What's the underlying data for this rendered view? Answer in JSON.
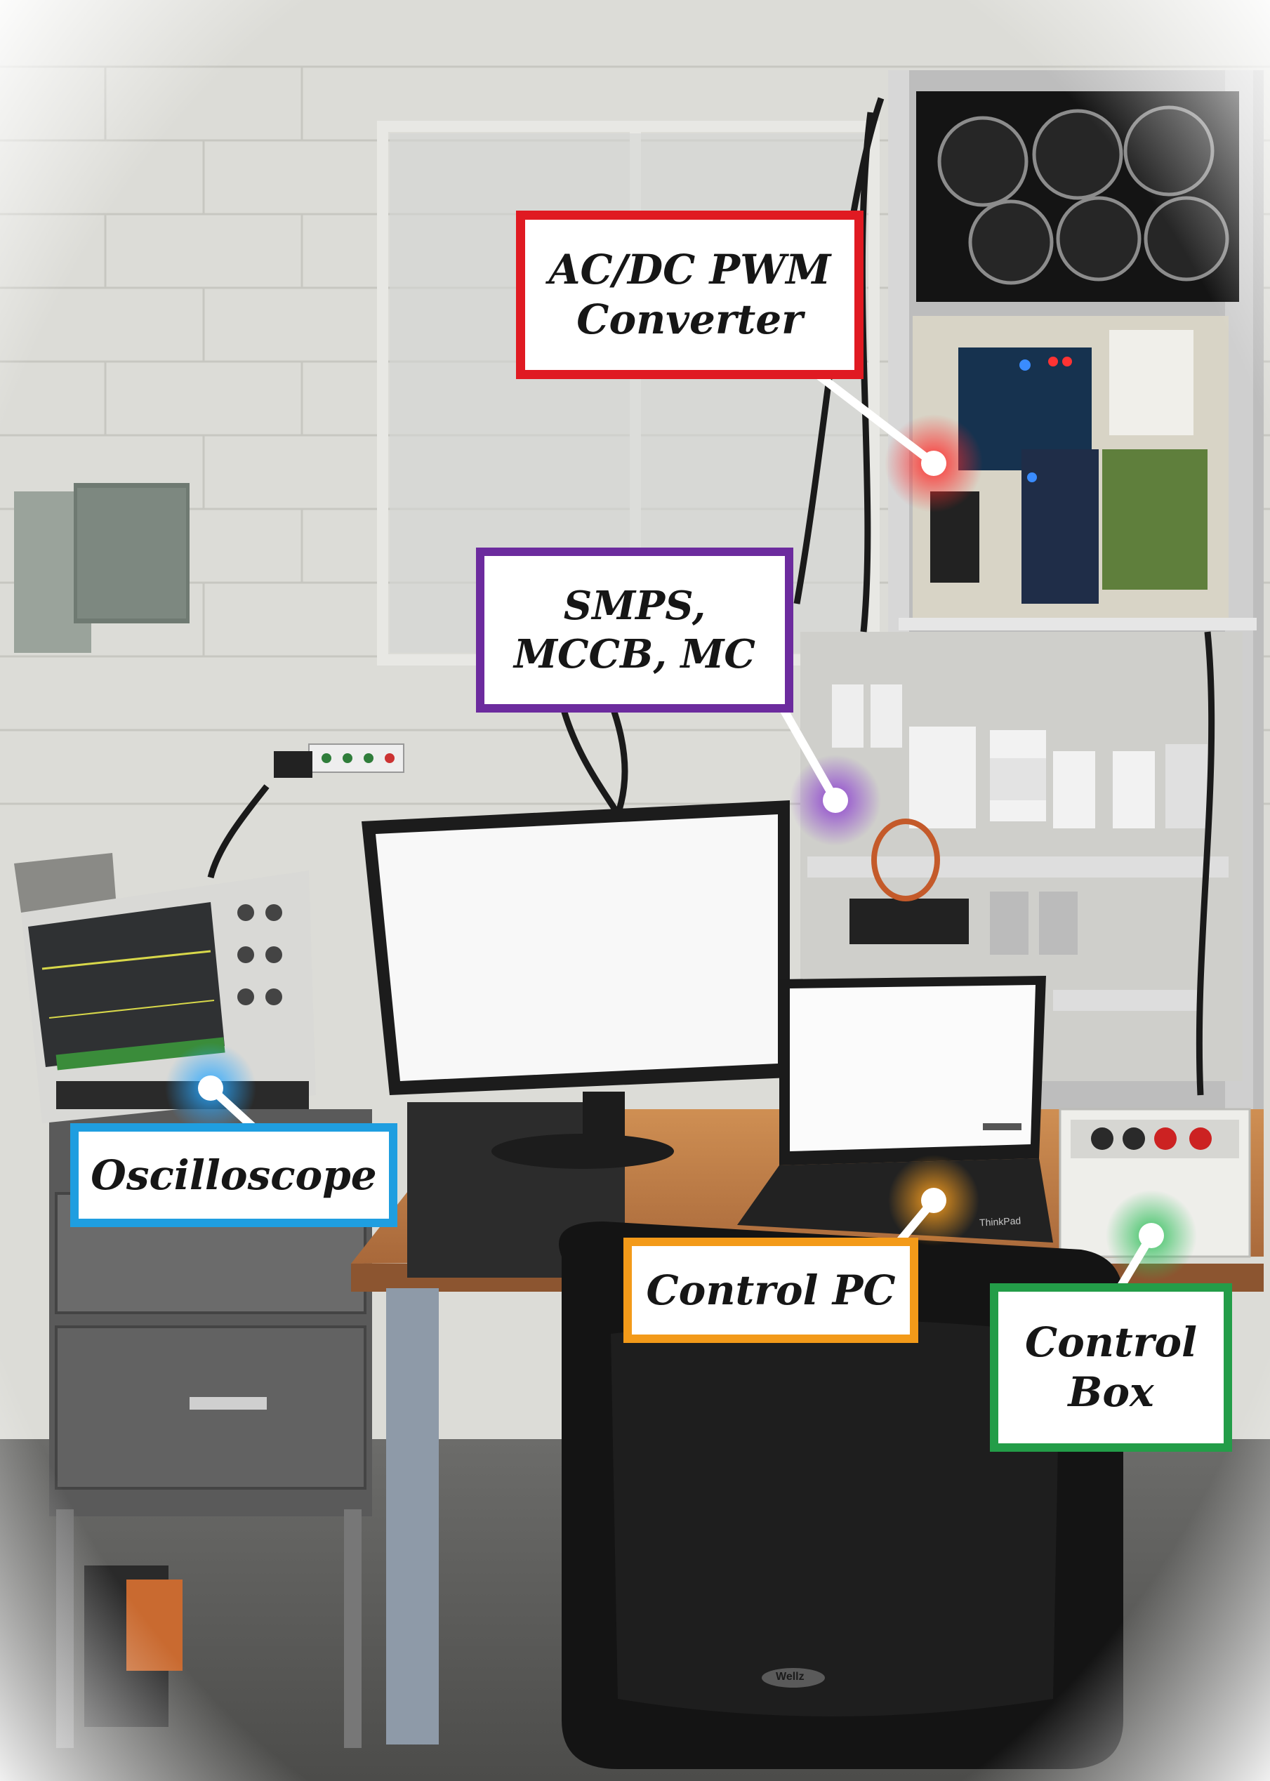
{
  "labels": {
    "acdc": {
      "line1": "AC/DC PWM",
      "line2": "Converter",
      "color": "#e01a22"
    },
    "smps": {
      "line1": "SMPS,",
      "line2": "MCCB, MC",
      "color": "#6c2b9e"
    },
    "oscilloscope": {
      "text": "Oscilloscope",
      "color": "#1f9ee0"
    },
    "control_pc": {
      "text": "Control PC",
      "color": "#f39a19"
    },
    "control_box": {
      "line1": "Control",
      "line2": "Box",
      "color": "#239d48"
    }
  },
  "photo_content": {
    "laptop_brand": "ThinkPad",
    "chair_logo": "Wellz"
  }
}
